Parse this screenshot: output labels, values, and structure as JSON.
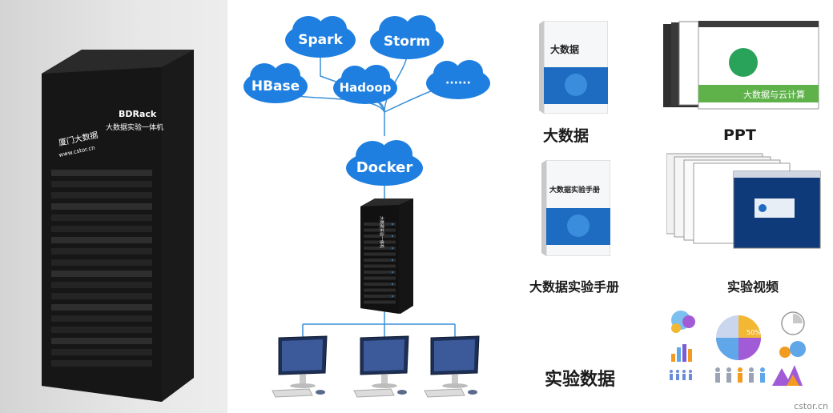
{
  "rack": {
    "model": "BDRack",
    "subtitle": "大数据实验一体机",
    "brand": "厦门大数据",
    "url": "www.cstor.cn"
  },
  "diagram": {
    "clouds": [
      "Spark",
      "Storm",
      "HBase",
      "Hadoop",
      "······",
      "Docker"
    ],
    "server_label": "大数据实验一体机"
  },
  "resources": {
    "book1": {
      "title": "大数据",
      "caption": "大数据"
    },
    "ppt": {
      "banner": "大数据与云计算",
      "caption": "PPT"
    },
    "book2": {
      "title": "大数据实验手册",
      "caption": "大数据实验手册"
    },
    "video": {
      "caption": "实验视频"
    },
    "data": {
      "caption": "实验数据",
      "pie_label": "50%"
    }
  },
  "watermark": "cstor.cn",
  "colors": {
    "cloud": "#1e7fe0",
    "line": "#3a8fd8",
    "rack": "#151515"
  }
}
